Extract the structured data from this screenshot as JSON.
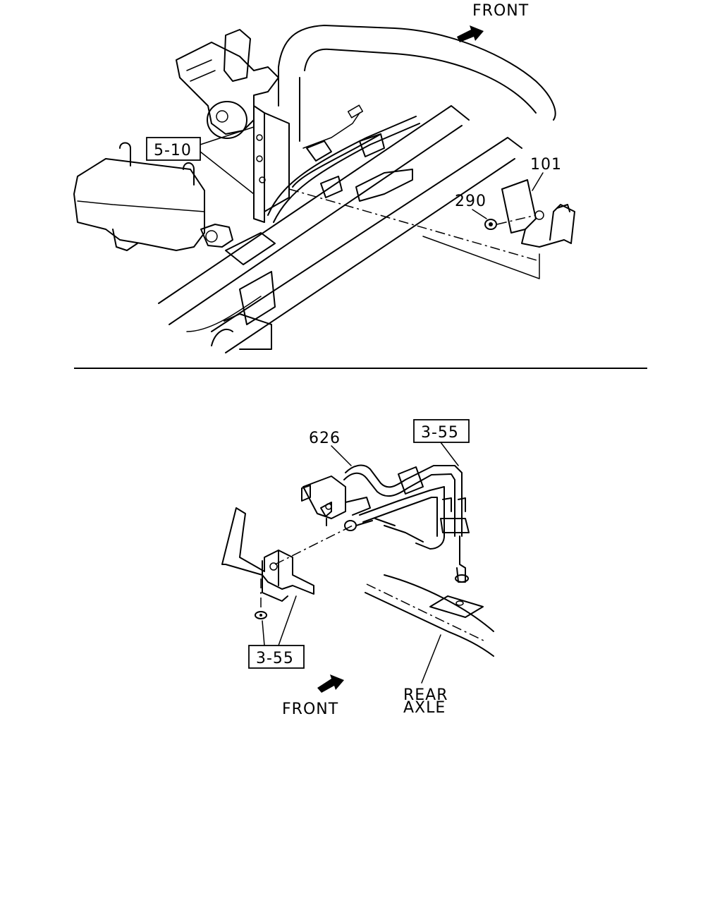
{
  "top_view": {
    "direction_label": "FRONT",
    "ref_box": "5-10",
    "callouts": [
      "101",
      "290"
    ]
  },
  "bottom_view": {
    "callout": "626",
    "ref_box_upper": "3-55",
    "ref_box_lower": "3-55",
    "direction_label": "FRONT",
    "rear_axle_label_line1": "REAR",
    "rear_axle_label_line2": "AXLE"
  }
}
